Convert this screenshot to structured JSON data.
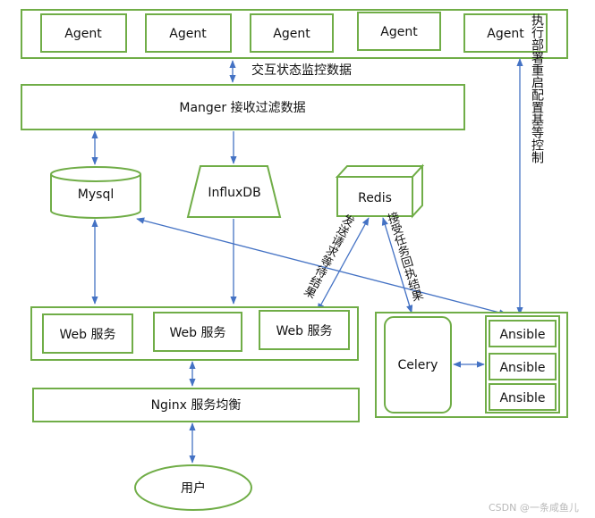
{
  "agents": [
    "Agent",
    "Agent",
    "Agent",
    "Agent",
    "Agent"
  ],
  "edge_labels": {
    "monitor": "交互状态监控数据",
    "deploy": "执行部署重启配置基等控制",
    "send_request": "发送请求等待结果",
    "receive_result": "接受任务回执结果"
  },
  "manager": "Manger 接收过滤数据",
  "stores": {
    "mysql": "Mysql",
    "influxdb": "InfluxDB",
    "redis": "Redis"
  },
  "web_services": [
    "Web 服务",
    "Web 服务",
    "Web 服务"
  ],
  "celery": "Celery",
  "ansible": [
    "Ansible",
    "Ansible",
    "Ansible"
  ],
  "nginx": "Nginx 服务均衡",
  "user": "用户",
  "watermark": "CSDN @一条咸鱼儿",
  "colors": {
    "box_border": "#70ad47",
    "arrow": "#4472c4",
    "text": "#111111"
  }
}
